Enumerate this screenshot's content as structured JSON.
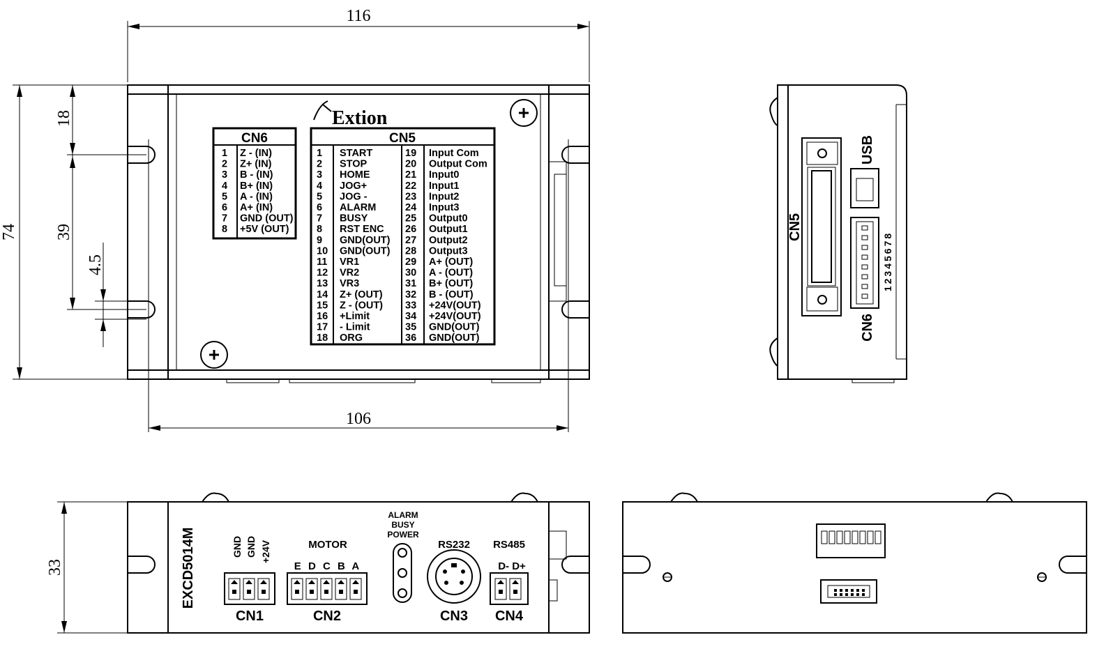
{
  "dimensions": {
    "width": "116",
    "depth": "106",
    "height": "74",
    "hole_top_offset": "18",
    "hole_spacing": "39",
    "slot": "4.5",
    "thickness": "33"
  },
  "logo": "Extion",
  "cn6": {
    "title": "CN6",
    "pins": [
      {
        "n": "1",
        "s": "Z - (IN)"
      },
      {
        "n": "2",
        "s": "Z+ (IN)"
      },
      {
        "n": "3",
        "s": "B - (IN)"
      },
      {
        "n": "4",
        "s": "B+ (IN)"
      },
      {
        "n": "5",
        "s": "A - (IN)"
      },
      {
        "n": "6",
        "s": "A+ (IN)"
      },
      {
        "n": "7",
        "s": "GND (OUT)"
      },
      {
        "n": "8",
        "s": "+5V (OUT)"
      }
    ]
  },
  "cn5": {
    "title": "CN5",
    "left": [
      {
        "n": "1",
        "s": "START"
      },
      {
        "n": "2",
        "s": "STOP"
      },
      {
        "n": "3",
        "s": "HOME"
      },
      {
        "n": "4",
        "s": "JOG+"
      },
      {
        "n": "5",
        "s": "JOG -"
      },
      {
        "n": "6",
        "s": "ALARM"
      },
      {
        "n": "7",
        "s": "BUSY"
      },
      {
        "n": "8",
        "s": "RST ENC"
      },
      {
        "n": "9",
        "s": "GND(OUT)"
      },
      {
        "n": "10",
        "s": "GND(OUT)"
      },
      {
        "n": "11",
        "s": "VR1"
      },
      {
        "n": "12",
        "s": "VR2"
      },
      {
        "n": "13",
        "s": "VR3"
      },
      {
        "n": "14",
        "s": "Z+ (OUT)"
      },
      {
        "n": "15",
        "s": "Z - (OUT)"
      },
      {
        "n": "16",
        "s": "+Limit"
      },
      {
        "n": "17",
        "s": "- Limit"
      },
      {
        "n": "18",
        "s": "ORG"
      }
    ],
    "right": [
      {
        "n": "19",
        "s": "Input Com"
      },
      {
        "n": "20",
        "s": "Output Com"
      },
      {
        "n": "21",
        "s": "Input0"
      },
      {
        "n": "22",
        "s": "Input1"
      },
      {
        "n": "23",
        "s": "Input2"
      },
      {
        "n": "24",
        "s": "Input3"
      },
      {
        "n": "25",
        "s": "Output0"
      },
      {
        "n": "26",
        "s": "Output1"
      },
      {
        "n": "27",
        "s": "Output2"
      },
      {
        "n": "28",
        "s": "Output3"
      },
      {
        "n": "29",
        "s": "A+ (OUT)"
      },
      {
        "n": "30",
        "s": "A - (OUT)"
      },
      {
        "n": "31",
        "s": "B+ (OUT)"
      },
      {
        "n": "32",
        "s": "B - (OUT)"
      },
      {
        "n": "33",
        "s": "+24V(OUT)"
      },
      {
        "n": "34",
        "s": "+24V(OUT)"
      },
      {
        "n": "35",
        "s": "GND(OUT)"
      },
      {
        "n": "36",
        "s": "GND(OUT)"
      }
    ]
  },
  "side": {
    "cn5": "CN5",
    "cn6": "CN6",
    "usb": "USB",
    "pins": "12345678"
  },
  "front": {
    "model": "EXCD5014M",
    "motor": "MOTOR",
    "motor_pins": "E D C B A",
    "led_alarm": "ALARM",
    "led_busy": "BUSY",
    "led_power": "POWER",
    "rs232": "RS232",
    "rs485": "RS485",
    "rs485_pins": "D-  D+",
    "gnd1": "GND",
    "gnd2": "GND",
    "v24": "+24V",
    "cn1": "CN1",
    "cn2": "CN2",
    "cn3": "CN3",
    "cn4": "CN4"
  }
}
